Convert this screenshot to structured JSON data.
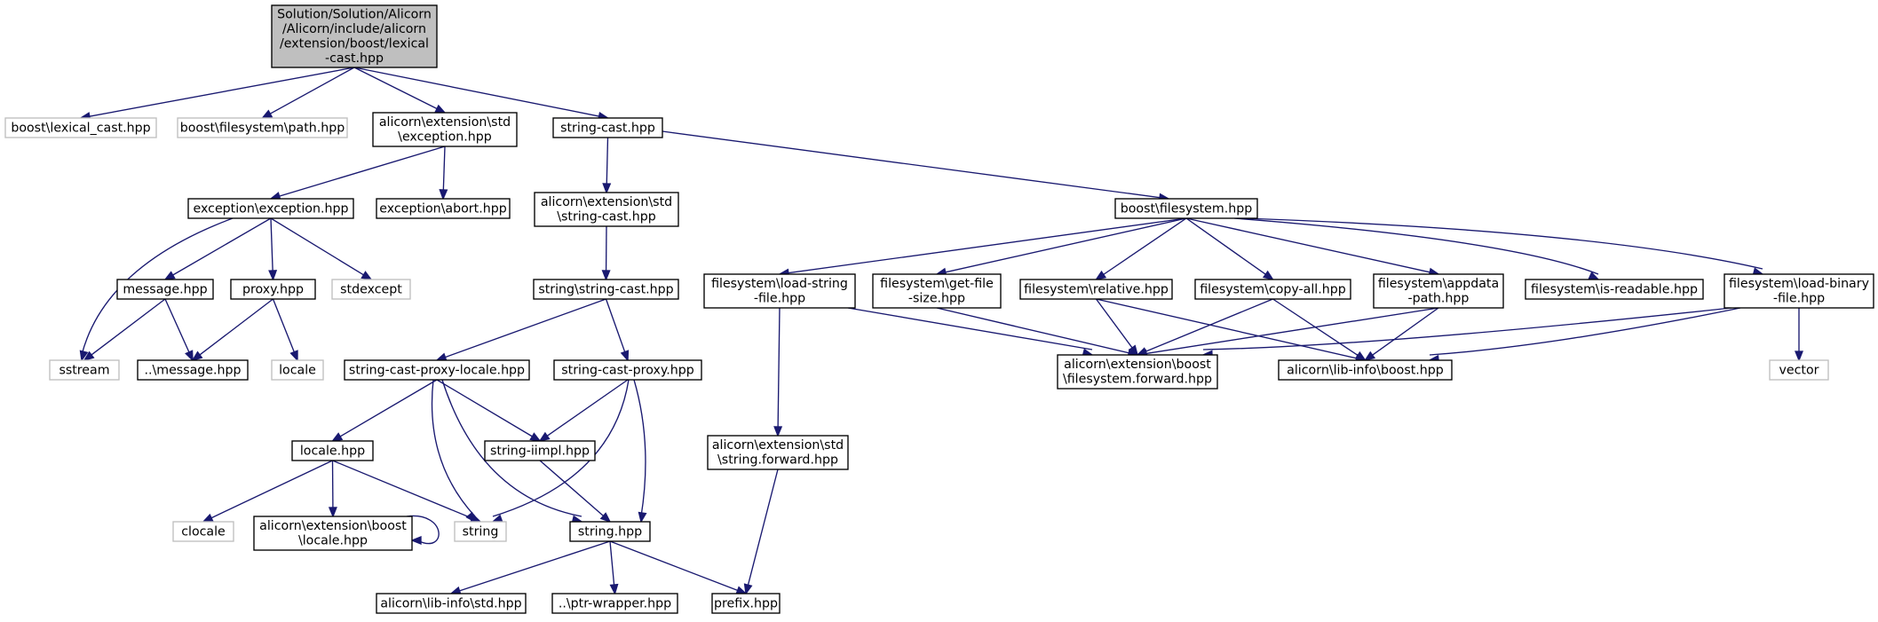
{
  "colors": {
    "edge": "#191970",
    "root_fill": "#bfbfbf",
    "node_border": "#000000",
    "external_border": "#bfbfbf",
    "node_fill": "#ffffff"
  },
  "graph": {
    "nodes": [
      {
        "id": "root",
        "lines": [
          "Solution/Solution/Alicorn",
          "/Alicorn/include/alicorn",
          "/extension/boost/lexical",
          "-cast.hpp"
        ],
        "style": "root"
      },
      {
        "id": "boost_lexical_cast",
        "lines": [
          "boost\\lexical_cast.hpp"
        ],
        "style": "external"
      },
      {
        "id": "boost_fs_path",
        "lines": [
          "boost\\filesystem\\path.hpp"
        ],
        "style": "external"
      },
      {
        "id": "ext_std_exception",
        "lines": [
          "alicorn\\extension\\std",
          "\\exception.hpp"
        ],
        "style": "normal"
      },
      {
        "id": "string_cast",
        "lines": [
          "string-cast.hpp"
        ],
        "style": "normal"
      },
      {
        "id": "exception_exception",
        "lines": [
          "exception\\exception.hpp"
        ],
        "style": "normal"
      },
      {
        "id": "exception_abort",
        "lines": [
          "exception\\abort.hpp"
        ],
        "style": "normal"
      },
      {
        "id": "ext_std_string_cast",
        "lines": [
          "alicorn\\extension\\std",
          "\\string-cast.hpp"
        ],
        "style": "normal"
      },
      {
        "id": "boost_filesystem",
        "lines": [
          "boost\\filesystem.hpp"
        ],
        "style": "normal"
      },
      {
        "id": "message",
        "lines": [
          "message.hpp"
        ],
        "style": "normal"
      },
      {
        "id": "proxy",
        "lines": [
          "proxy.hpp"
        ],
        "style": "normal"
      },
      {
        "id": "stdexcept",
        "lines": [
          "stdexcept"
        ],
        "style": "external"
      },
      {
        "id": "string_string_cast",
        "lines": [
          "string\\string-cast.hpp"
        ],
        "style": "normal"
      },
      {
        "id": "fs_load_string",
        "lines": [
          "filesystem\\load-string",
          "-file.hpp"
        ],
        "style": "normal"
      },
      {
        "id": "fs_get_file_size",
        "lines": [
          "filesystem\\get-file",
          "-size.hpp"
        ],
        "style": "normal"
      },
      {
        "id": "fs_relative",
        "lines": [
          "filesystem\\relative.hpp"
        ],
        "style": "normal"
      },
      {
        "id": "fs_copy_all",
        "lines": [
          "filesystem\\copy-all.hpp"
        ],
        "style": "normal"
      },
      {
        "id": "fs_appdata",
        "lines": [
          "filesystem\\appdata",
          "-path.hpp"
        ],
        "style": "normal"
      },
      {
        "id": "fs_is_readable",
        "lines": [
          "filesystem\\is-readable.hpp"
        ],
        "style": "normal"
      },
      {
        "id": "fs_load_binary",
        "lines": [
          "filesystem\\load-binary",
          "-file.hpp"
        ],
        "style": "normal"
      },
      {
        "id": "sstream",
        "lines": [
          "sstream"
        ],
        "style": "external"
      },
      {
        "id": "dotdot_message",
        "lines": [
          "..\\message.hpp"
        ],
        "style": "normal"
      },
      {
        "id": "locale_ext",
        "lines": [
          "locale"
        ],
        "style": "external"
      },
      {
        "id": "string_cast_proxy_locale",
        "lines": [
          "string-cast-proxy-locale.hpp"
        ],
        "style": "normal"
      },
      {
        "id": "string_cast_proxy",
        "lines": [
          "string-cast-proxy.hpp"
        ],
        "style": "normal"
      },
      {
        "id": "ext_boost_fs_forward",
        "lines": [
          "alicorn\\extension\\boost",
          "\\filesystem.forward.hpp"
        ],
        "style": "normal"
      },
      {
        "id": "lib_info_boost",
        "lines": [
          "alicorn\\lib-info\\boost.hpp"
        ],
        "style": "normal"
      },
      {
        "id": "vector",
        "lines": [
          "vector"
        ],
        "style": "external"
      },
      {
        "id": "locale_hpp",
        "lines": [
          "locale.hpp"
        ],
        "style": "normal"
      },
      {
        "id": "string_iimpl",
        "lines": [
          "string-iimpl.hpp"
        ],
        "style": "normal"
      },
      {
        "id": "ext_std_string_forward",
        "lines": [
          "alicorn\\extension\\std",
          "\\string.forward.hpp"
        ],
        "style": "normal"
      },
      {
        "id": "clocale",
        "lines": [
          "clocale"
        ],
        "style": "external"
      },
      {
        "id": "ext_boost_locale",
        "lines": [
          "alicorn\\extension\\boost",
          "\\locale.hpp"
        ],
        "style": "normal"
      },
      {
        "id": "string_ext",
        "lines": [
          "string"
        ],
        "style": "external"
      },
      {
        "id": "string_hpp",
        "lines": [
          "string.hpp"
        ],
        "style": "normal"
      },
      {
        "id": "lib_info_std",
        "lines": [
          "alicorn\\lib-info\\std.hpp"
        ],
        "style": "normal"
      },
      {
        "id": "ptr_wrapper",
        "lines": [
          "..\\ptr-wrapper.hpp"
        ],
        "style": "normal"
      },
      {
        "id": "prefix",
        "lines": [
          "prefix.hpp"
        ],
        "style": "normal"
      }
    ],
    "edges": [
      [
        "root",
        "boost_lexical_cast"
      ],
      [
        "root",
        "boost_fs_path"
      ],
      [
        "root",
        "ext_std_exception"
      ],
      [
        "root",
        "string_cast"
      ],
      [
        "ext_std_exception",
        "exception_exception"
      ],
      [
        "ext_std_exception",
        "exception_abort"
      ],
      [
        "string_cast",
        "ext_std_string_cast"
      ],
      [
        "string_cast",
        "boost_filesystem"
      ],
      [
        "exception_exception",
        "message"
      ],
      [
        "exception_exception",
        "proxy"
      ],
      [
        "exception_exception",
        "stdexcept"
      ],
      [
        "exception_exception",
        "sstream"
      ],
      [
        "message",
        "sstream"
      ],
      [
        "message",
        "dotdot_message"
      ],
      [
        "proxy",
        "dotdot_message"
      ],
      [
        "proxy",
        "locale_ext"
      ],
      [
        "ext_std_string_cast",
        "string_string_cast"
      ],
      [
        "string_string_cast",
        "string_cast_proxy_locale"
      ],
      [
        "string_string_cast",
        "string_cast_proxy"
      ],
      [
        "string_cast_proxy_locale",
        "locale_hpp"
      ],
      [
        "string_cast_proxy_locale",
        "string_iimpl"
      ],
      [
        "string_cast_proxy_locale",
        "string_ext"
      ],
      [
        "string_cast_proxy_locale",
        "string_hpp"
      ],
      [
        "string_cast_proxy",
        "string_iimpl"
      ],
      [
        "string_cast_proxy",
        "string_ext"
      ],
      [
        "string_cast_proxy",
        "string_hpp"
      ],
      [
        "locale_hpp",
        "clocale"
      ],
      [
        "locale_hpp",
        "ext_boost_locale"
      ],
      [
        "locale_hpp",
        "string_ext"
      ],
      [
        "ext_boost_locale",
        "ext_boost_locale"
      ],
      [
        "string_iimpl",
        "string_hpp"
      ],
      [
        "string_hpp",
        "lib_info_std"
      ],
      [
        "string_hpp",
        "ptr_wrapper"
      ],
      [
        "string_hpp",
        "prefix"
      ],
      [
        "boost_filesystem",
        "fs_load_string"
      ],
      [
        "boost_filesystem",
        "fs_get_file_size"
      ],
      [
        "boost_filesystem",
        "fs_relative"
      ],
      [
        "boost_filesystem",
        "fs_copy_all"
      ],
      [
        "boost_filesystem",
        "fs_appdata"
      ],
      [
        "boost_filesystem",
        "fs_is_readable"
      ],
      [
        "boost_filesystem",
        "fs_load_binary"
      ],
      [
        "fs_load_string",
        "ext_std_string_forward"
      ],
      [
        "fs_load_string",
        "ext_boost_fs_forward"
      ],
      [
        "ext_std_string_forward",
        "prefix"
      ],
      [
        "fs_get_file_size",
        "ext_boost_fs_forward"
      ],
      [
        "fs_relative",
        "ext_boost_fs_forward"
      ],
      [
        "fs_relative",
        "lib_info_boost"
      ],
      [
        "fs_copy_all",
        "ext_boost_fs_forward"
      ],
      [
        "fs_copy_all",
        "lib_info_boost"
      ],
      [
        "fs_appdata",
        "ext_boost_fs_forward"
      ],
      [
        "fs_appdata",
        "lib_info_boost"
      ],
      [
        "fs_load_binary",
        "ext_boost_fs_forward"
      ],
      [
        "fs_load_binary",
        "lib_info_boost"
      ],
      [
        "fs_load_binary",
        "vector"
      ]
    ]
  }
}
